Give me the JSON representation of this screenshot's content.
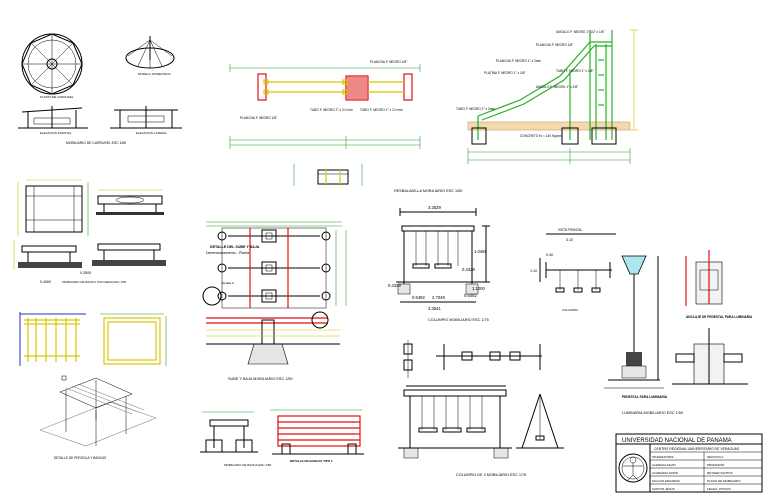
{
  "views": {
    "carrusel": {
      "caption": "MOBILIARIO DE CARRUSEL ESC 1/50",
      "plan_label": "PLANTA DE CARRUSEL",
      "iso_label": "MODELO ISOMETRICO",
      "front_label": "ELEVACION FRONTAL",
      "side_label": "ELEVACION LATERAL"
    },
    "resbaladilla": {
      "caption": "RESBALADILLA MOBILIARIO ESC 1/50",
      "notes": [
        "ANGULO F. NEGRO 1\" 1/2\" x 1/8\"",
        "PLANCHA F. NEGRO 1/8\"",
        "PLANCHA F. NEGRO 1\" x 2mm",
        "PLATINA F. NEGRO 1\" x 1/8\"",
        "TUBO F. NEGRO 1\" x 1/8\"",
        "ANGULO F. NEGRO 1\" x 1/8\"",
        "TUBO F. NEGRO 2\" x 2mm",
        "CONCRETO f'c = 140 Kg/cm2"
      ],
      "plan_notes": [
        "PLANCHA F. NEGRO 1/8\"",
        "TUBO F. NEGRO 2\" x 2.0 mm",
        "TUBO F. NEGRO 1\" x 2.0 mm",
        "PLANCHA F. NEGRO 1/8\""
      ]
    },
    "banco": {
      "caption": "MOBILIARIO DE BANCO CON MESA ESC 1/50",
      "dims": [
        "0.4060",
        "0.3500"
      ]
    },
    "sube_baja": {
      "caption": "SUBE Y BAJA MOBILIARIO ESC 1/50",
      "detail_title": "DETALLE DEL SUBE Y BAJA",
      "detail_sub": "Dimensionamiento - Planta",
      "note": "Detalle A"
    },
    "columpio": {
      "caption": "COLUMPIO MOBILIARIO ESC 1/75",
      "dims": [
        "3.3529",
        "1.0469",
        "0.4328",
        "0.4328",
        "2.7049",
        "0.6492",
        "0.6492",
        "3.3541",
        "1.1000"
      ],
      "side_label": "VISTA FRONTAL",
      "side_dim": "3.10",
      "side_h": "1.10",
      "side_w": "0.40",
      "small_label": "COLUMPIO"
    },
    "luminaria": {
      "caption": "LUMINARIA MOBILIARIO ESC 1/50",
      "pedestal_title": "PEDESTAL PARA LUMINARIA",
      "anclaje_title": "ANCLAJE DE PEDESTAL PARA LUMINARIA"
    },
    "pergola": {
      "caption": "DETALLE DE PERGOLA Y BANCAS"
    },
    "banca": {
      "caption": "MOBILIARIO DE BANCA ESC 1/50",
      "detail_caption": "DETALLE DE BANCAS TIPO 1"
    },
    "columpio3": {
      "caption": "COLUMPIO DE 3 MOBILIARIO ESC 1/75"
    }
  },
  "title_block": {
    "university": "UNIVERSIDAD NACIONAL DE PANAMA",
    "center": "CENTRO REGIONAL UNIVERSITARIO DE VERAGUAS",
    "rows_left": [
      "INTEGRANTES:",
      "ALEMAZA KEVIN",
      "ALVARADO ARION",
      "FALCON EDUARDO",
      "SANTOS JESUS"
    ],
    "rows_right": [
      "SECCION A",
      "PROFESOR:",
      "REYNER SANTOS",
      "PLANO DE MOBILIARIO",
      "FECHA: 07/07/23"
    ]
  },
  "colors": {
    "dimension": "#2a9d2a",
    "slide": "#26b026",
    "frame": "#e01010",
    "support": "#d8c800",
    "annotation": "#2030c0"
  }
}
